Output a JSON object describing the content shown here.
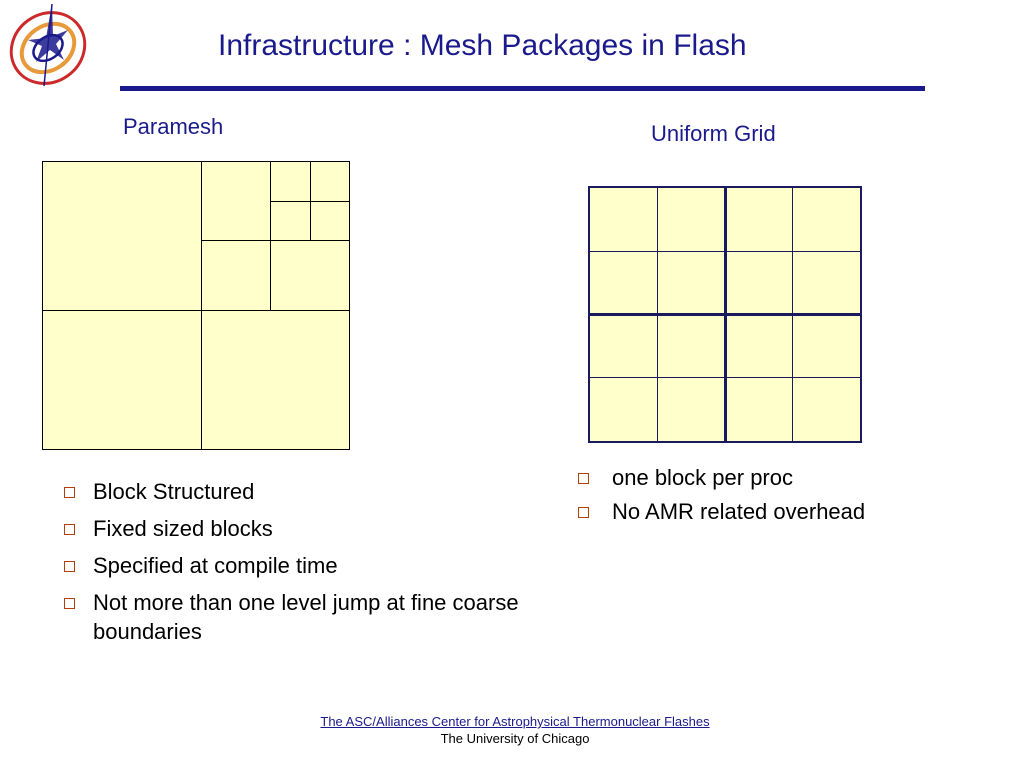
{
  "slide": {
    "title": "Infrastructure : Mesh Packages in Flash",
    "accent_color": "#1a1a8c",
    "mesh_fill_color": "#ffffcc"
  },
  "logo": {
    "icon": "flash-center-logo-icon"
  },
  "paramesh": {
    "label": "Paramesh",
    "bullets": [
      "Block Structured",
      "Fixed sized blocks",
      "Specified at compile time",
      "Not more than one level jump at fine coarse boundaries"
    ]
  },
  "uniform_grid": {
    "label": "Uniform Grid",
    "rows": 4,
    "cols": 4,
    "bullets": [
      "one block per proc",
      "No AMR related overhead"
    ]
  },
  "footer": {
    "line1": "The ASC/Alliances Center for Astrophysical Thermonuclear Flashes",
    "line2": "The University of Chicago"
  }
}
